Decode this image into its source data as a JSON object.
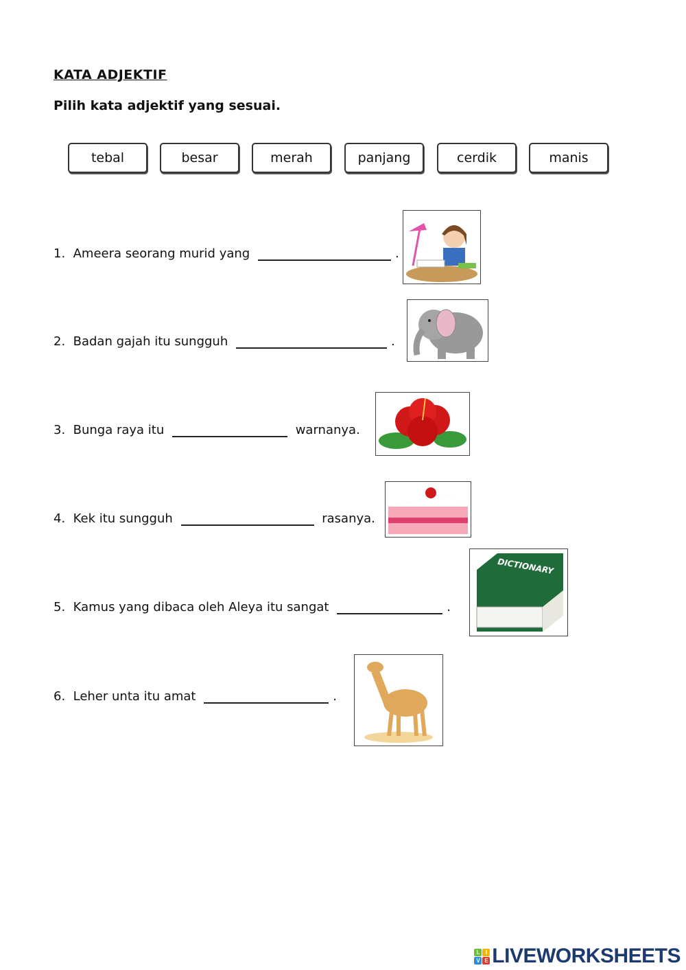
{
  "title": "KATA ADJEKTIF",
  "instruction": "Pilih kata adjektif yang sesuai.",
  "word_bank": [
    "tebal",
    "besar",
    "merah",
    "panjang",
    "cerdik",
    "manis"
  ],
  "questions": [
    {
      "before": "1.  Ameera seorang murid yang ",
      "after": ".",
      "answer": "",
      "image": "girl-studying"
    },
    {
      "before": "2.  Badan gajah itu sungguh ",
      "after": ".",
      "answer": "",
      "image": "elephant"
    },
    {
      "before": "3.  Bunga raya itu ",
      "after": " warnanya.",
      "answer": "",
      "image": "hibiscus-flower"
    },
    {
      "before": "4.  Kek itu sungguh ",
      "after": " rasanya.",
      "answer": "",
      "image": "cake-slice"
    },
    {
      "before": "5.  Kamus yang dibaca oleh Aleya itu sangat ",
      "after": ".",
      "answer": "",
      "image": "dictionary-book"
    },
    {
      "before": "6.  Leher unta itu amat ",
      "after": ".",
      "answer": "",
      "image": "camel"
    }
  ],
  "dictionary_label": "DICTIONARY",
  "logo": {
    "text": "LIVEWORKSHEETS",
    "letters": [
      "L",
      "I",
      "V",
      "E"
    ]
  }
}
